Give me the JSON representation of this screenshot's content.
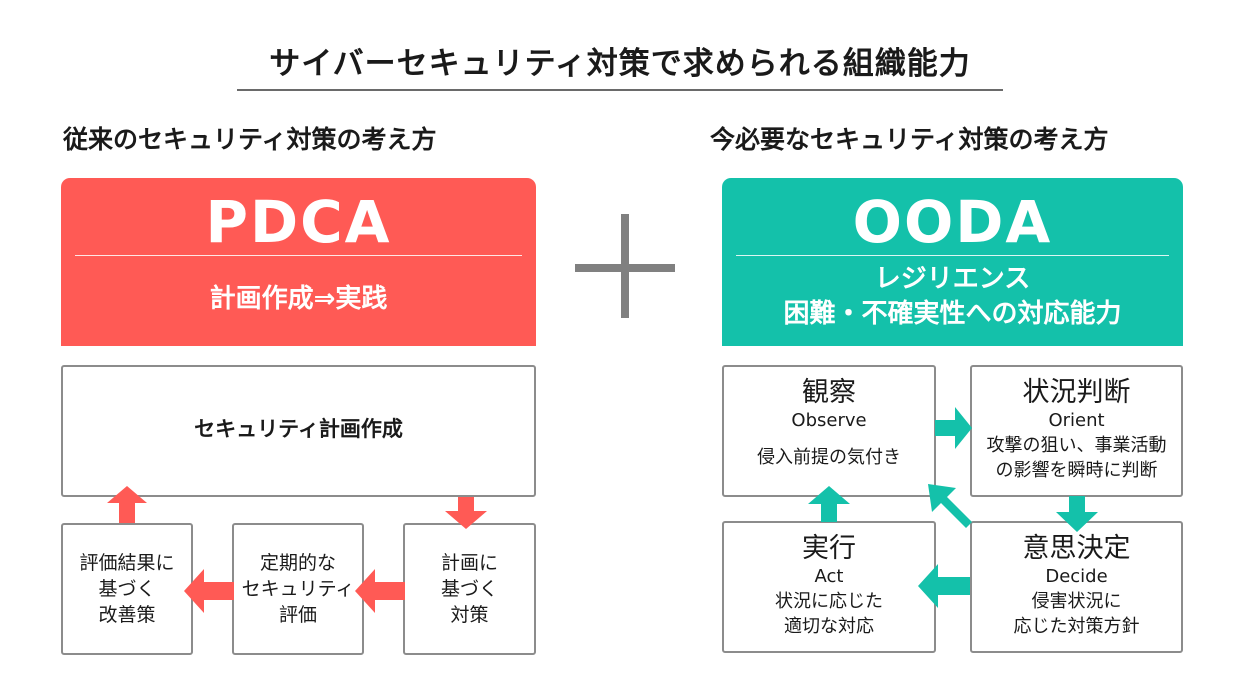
{
  "title": "サイバーセキュリティ対策で求められる組織能力",
  "left": {
    "heading": "従来のセキュリティ対策の考え方",
    "banner_title": "PDCA",
    "banner_subtitle": "計画作成⇒実践",
    "plan_box": "セキュリティ計画作成",
    "cycle_boxes": [
      {
        "lines": [
          "評価結果に",
          "基づく",
          "改善策"
        ]
      },
      {
        "lines": [
          "定期的な",
          "セキュリティ",
          "評価"
        ]
      },
      {
        "lines": [
          "計画に",
          "基づく",
          "対策"
        ]
      }
    ]
  },
  "right": {
    "heading": "今必要なセキュリティ対策の考え方",
    "banner_title": "OODA",
    "banner_subtitle_1": "レジリエンス",
    "banner_subtitle_2": "困難・不確実性への対応能力",
    "steps": [
      {
        "label": "観察",
        "en": "Observe",
        "desc": [
          "侵入前提の気付き"
        ]
      },
      {
        "label": "状況判断",
        "en": "Orient",
        "desc": [
          "攻撃の狙い、事業活動",
          "の影響を瞬時に判断"
        ]
      },
      {
        "label": "実行",
        "en": "Act",
        "desc": [
          "状況に応じた",
          "適切な対応"
        ]
      },
      {
        "label": "意思決定",
        "en": "Decide",
        "desc": [
          "侵害状況に",
          "応じた対策方針"
        ]
      }
    ]
  },
  "colors": {
    "pdca": "#ff5a55",
    "ooda": "#14c1aa",
    "arrow_pdca": "#ff5a55",
    "arrow_ooda": "#14c1aa",
    "border": "#8c8c8c",
    "plus": "#808080"
  },
  "icons": {
    "plus": "plus-icon",
    "arrow": "arrow-icon"
  }
}
